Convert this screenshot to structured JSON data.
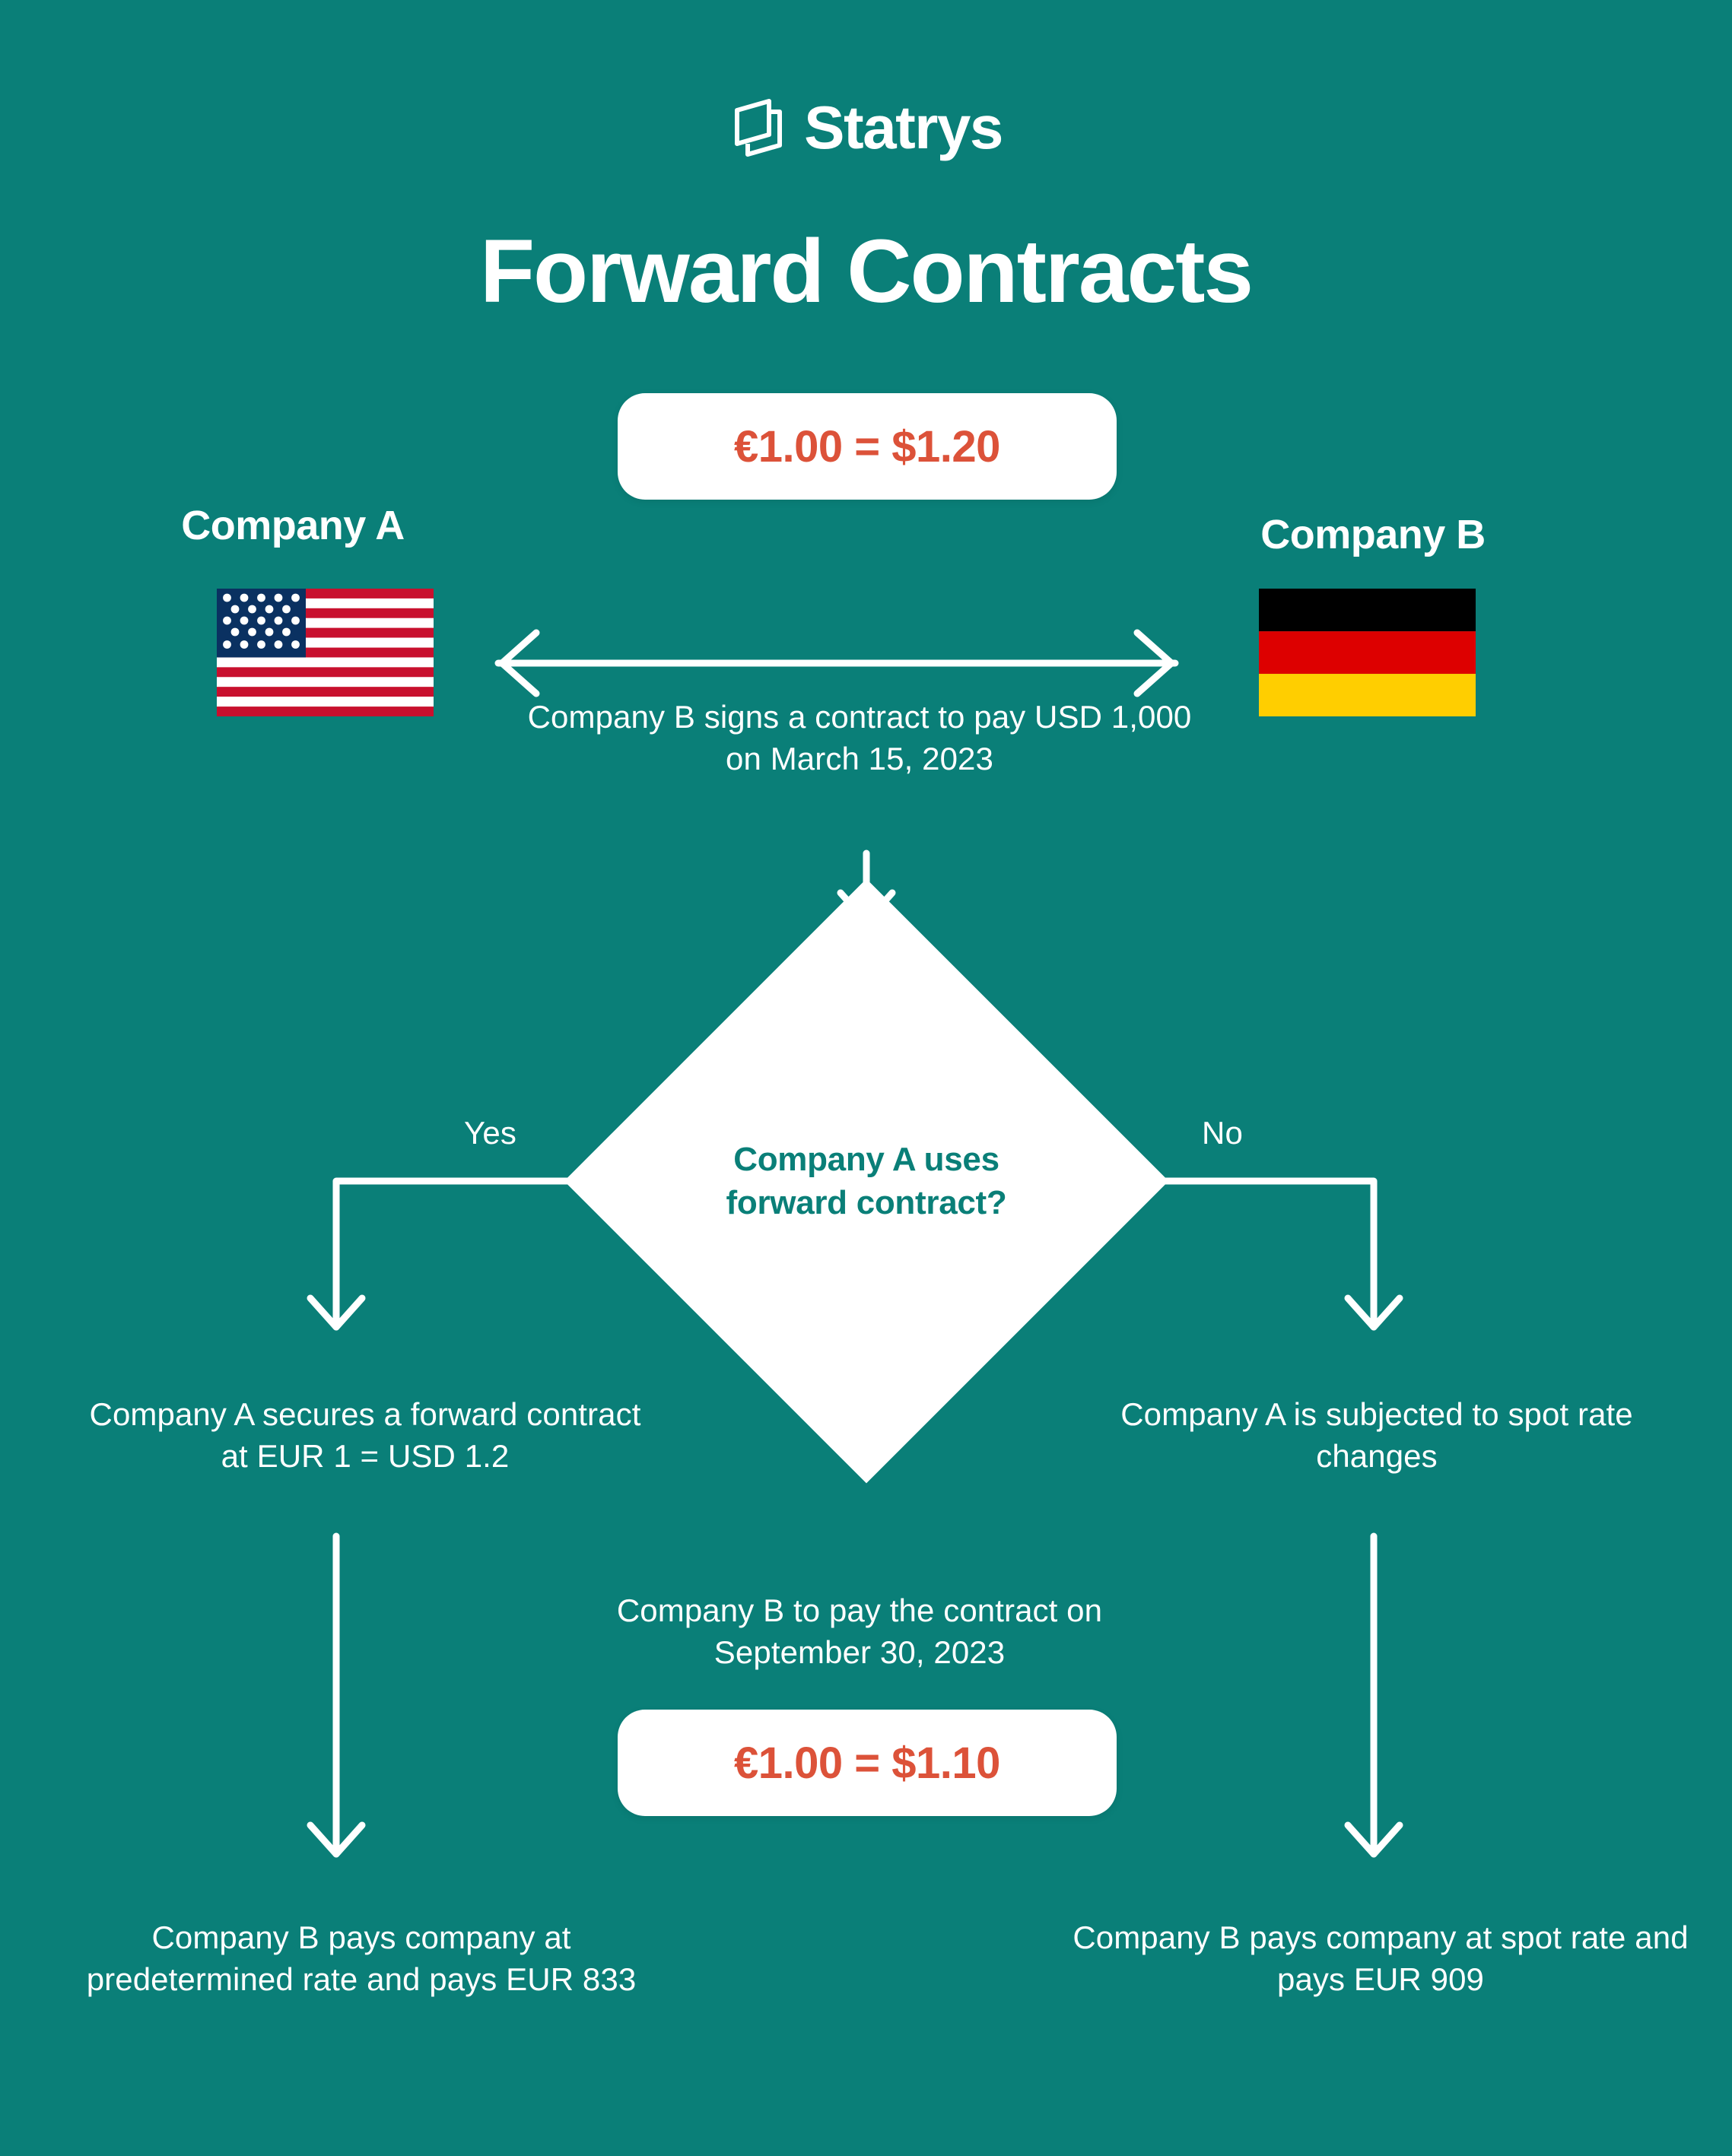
{
  "brand": {
    "name": "Statrys",
    "logo_icon": "statrys-layers-icon",
    "background_color": "#0a7f78",
    "accent_color": "#dc5239",
    "text_color": "#ffffff"
  },
  "header": {
    "title": "Forward Contracts"
  },
  "rates": {
    "initial": {
      "label": "€1.00 = $1.20",
      "color": "#dc5239"
    },
    "settlement": {
      "label": "€1.00 = $1.10",
      "color": "#dc5239"
    }
  },
  "parties": {
    "company_a": {
      "label": "Company A",
      "flag": "us-flag-icon"
    },
    "company_b": {
      "label": "Company B",
      "flag": "germany-flag-icon"
    }
  },
  "flow": {
    "contract_note": "Company B signs a contract to pay USD 1,000 on March 15, 2023",
    "decision": "Company A uses forward contract?",
    "branch_yes_label": "Yes",
    "branch_no_label": "No",
    "branch_yes_outcome": "Company A secures a forward contract at EUR 1 = USD 1.2",
    "branch_no_outcome": "Company A is subjected to spot rate changes",
    "settlement_note": "Company B to pay the contract on September 30, 2023",
    "result_yes": "Company B pays company at predetermined rate and pays EUR 833",
    "result_no": "Company B pays company at spot rate and pays EUR 909"
  }
}
